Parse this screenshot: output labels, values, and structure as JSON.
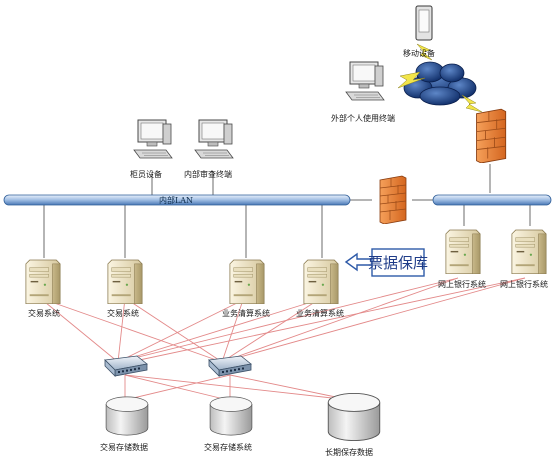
{
  "diagram": {
    "bus_label": "内部LAN",
    "nodes": {
      "counter_device": "柜员设备",
      "internal_audit_terminal": "内部审查终端",
      "external_personal_terminal": "外部个人使用终端",
      "mobile_device": "移动设备",
      "trading_system_1": "交易系统",
      "trading_system_2": "交易系统",
      "clearing_system_1": "业务清算系统",
      "clearing_system_2": "业务清算系统",
      "online_banking_1": "网上银行系统",
      "online_banking_2": "网上银行系统",
      "trade_storage_data": "交易存储数据",
      "trade_storage_system": "交易存储系统",
      "long_term_data": "长期保存数据"
    },
    "callout": "票据保库"
  }
}
